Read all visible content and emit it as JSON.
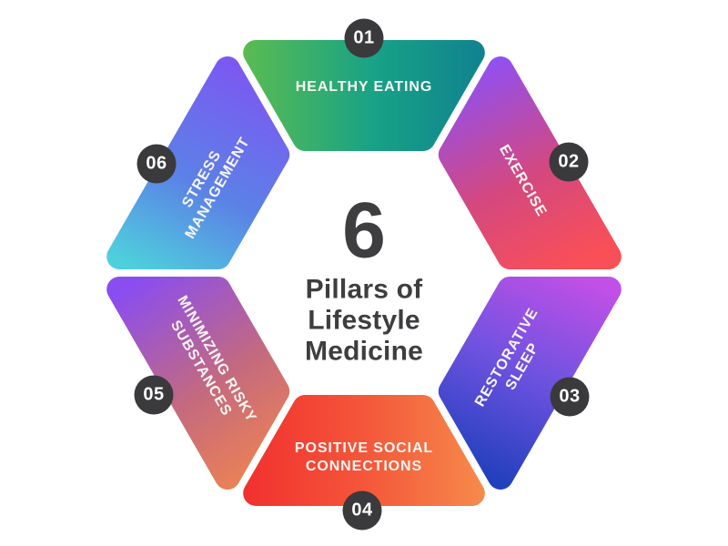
{
  "title": "6 Pillars of Lifestyle Medicine infographic",
  "background_color": "#ffffff",
  "center": {
    "big_number": "6",
    "title_lines": [
      "Pillars of",
      "Lifestyle",
      "Medicine"
    ],
    "text_color": "#3e3d40"
  },
  "badge_style": {
    "bg_color": "#3a393b",
    "text_color": "#ffffff"
  },
  "label_color": "#f8f5f3",
  "pieces": [
    {
      "id": "healthy-eating",
      "number": "01",
      "label_lines": [
        "HEALTHY EATING"
      ],
      "gradient": {
        "from": "#5dbd4e",
        "mid": "#18a286",
        "to": "#0f7e91"
      }
    },
    {
      "id": "exercise",
      "number": "02",
      "label_lines": [
        "EXERCISE"
      ],
      "gradient": {
        "from": "#9050f2",
        "mid": "#d4487f",
        "to": "#f94f57"
      }
    },
    {
      "id": "restorative-sleep",
      "number": "03",
      "label_lines": [
        "RESTORATIVE",
        "SLEEP"
      ],
      "gradient": {
        "from": "#c050e6",
        "mid": "#6f52e0",
        "to": "#2240bd"
      }
    },
    {
      "id": "positive-social-connections",
      "number": "04",
      "label_lines": [
        "POSITIVE SOCIAL",
        "CONNECTIONS"
      ],
      "gradient": {
        "from": "#f2302f",
        "mid": "#f4583a",
        "to": "#f68e4c"
      }
    },
    {
      "id": "minimizing-risky-substances",
      "number": "05",
      "label_lines": [
        "MINIMIZING RISKY",
        "SUBSTANCES"
      ],
      "gradient": {
        "from": "#8a4df0",
        "mid": "#c46a7e",
        "to": "#ee8352"
      }
    },
    {
      "id": "stress-management",
      "number": "06",
      "label_lines": [
        "STRESS",
        "MANAGEMENT"
      ],
      "gradient": {
        "from": "#7c58f2",
        "mid": "#5b82e6",
        "to": "#4ed0dc"
      }
    }
  ]
}
